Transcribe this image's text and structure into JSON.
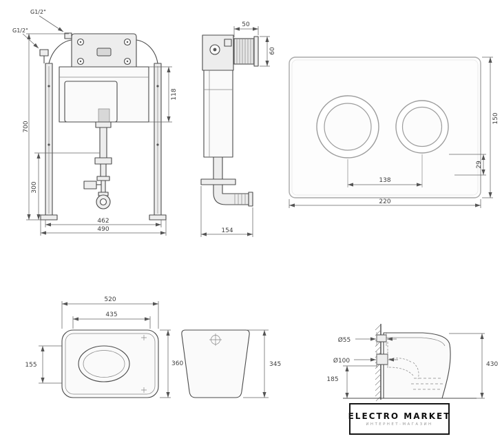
{
  "colors": {
    "background": "#ffffff",
    "line": "#4a4a4a",
    "dimension": "#636363",
    "plate_outline": "#a9a9a9"
  },
  "views": {
    "cistern_front": {
      "label_inlet_top": "G1/2\"",
      "label_inlet_side": "G1/2\"",
      "dim_total_height": "700",
      "dim_valve_height": "300",
      "dim_tank_side": "118",
      "dim_inner_width": "462",
      "dim_outer_width": "490"
    },
    "cistern_side": {
      "dim_top_width": "50",
      "dim_top_height": "60",
      "dim_depth": "154"
    },
    "flush_plate": {
      "dim_height": "150",
      "dim_button_offset": "29",
      "dim_button_spacing": "138",
      "dim_width": "220"
    },
    "toilet_top": {
      "dim_depth": "520",
      "dim_seat_depth": "435",
      "dim_front_width": "155",
      "dim_width": "360"
    },
    "toilet_front": {
      "dim_height": "345"
    },
    "toilet_side": {
      "dim_inlet_diameter": "Ø55",
      "dim_outlet_diameter": "Ø100",
      "dim_outlet_height": "185",
      "dim_total_height": "430"
    }
  },
  "logo": {
    "title": "ELECTRO MARKET",
    "subtitle": "ИНТЕРНЕТ-МАГАЗИН"
  }
}
